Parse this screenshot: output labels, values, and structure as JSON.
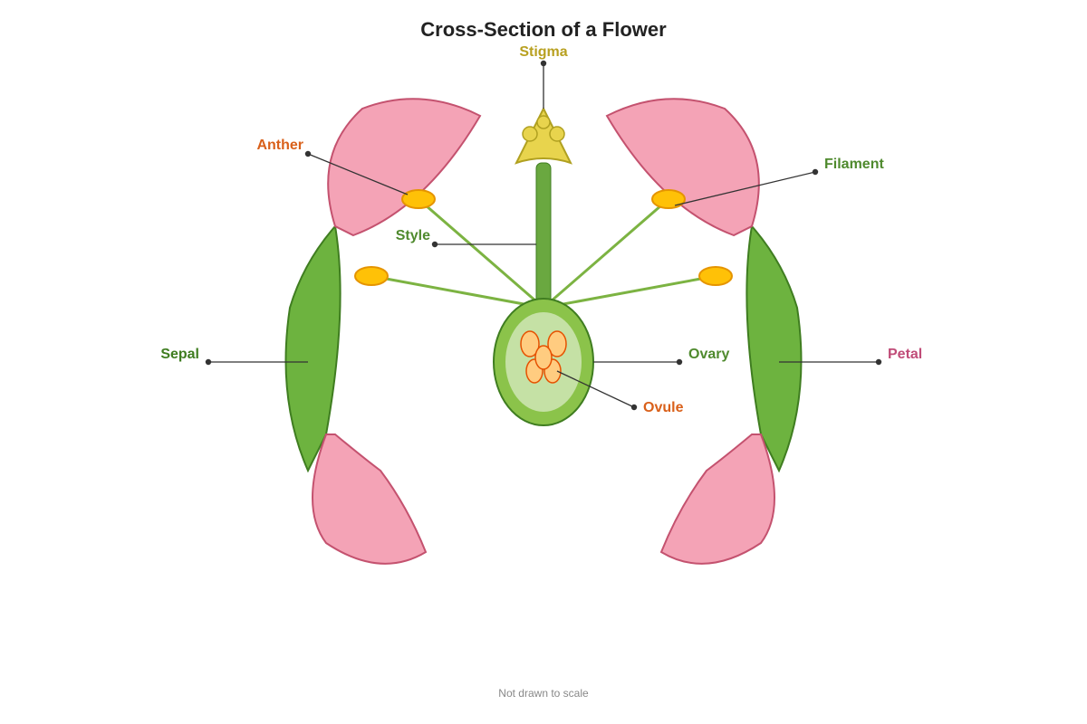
{
  "title": "Cross-Section of a Flower",
  "footnote": "Not drawn to scale",
  "labels": {
    "stigma": "Stigma",
    "anther": "Anther",
    "filament": "Filament",
    "style": "Style",
    "sepal": "Sepal",
    "ovary": "Ovary",
    "petal": "Petal",
    "ovule": "Ovule"
  },
  "colors": {
    "petal_fill": "#f4a3b6",
    "petal_stroke": "#c4526f",
    "sepal_fill": "#6db33f",
    "sepal_stroke": "#3f7d20",
    "stigma_fill": "#e8d44d",
    "stigma_stroke": "#b0a020",
    "style_fill": "#6aa840",
    "anther_fill": "#ffc107",
    "anther_stroke": "#e59400",
    "filament_stroke": "#7cb342",
    "ovary_outer": "#8bc34a",
    "ovary_inner": "#c5e1a5",
    "ovule_fill": "#ffcc80",
    "ovule_stroke": "#e65100",
    "label_stigma": "#b8a020",
    "label_anther": "#d9601a",
    "label_filament": "#4f8a2e",
    "label_style": "#4f8a2e",
    "label_sepal": "#3f7d20",
    "label_ovary": "#4f8a2e",
    "label_petal": "#c04c78",
    "label_ovule": "#d9601a"
  }
}
